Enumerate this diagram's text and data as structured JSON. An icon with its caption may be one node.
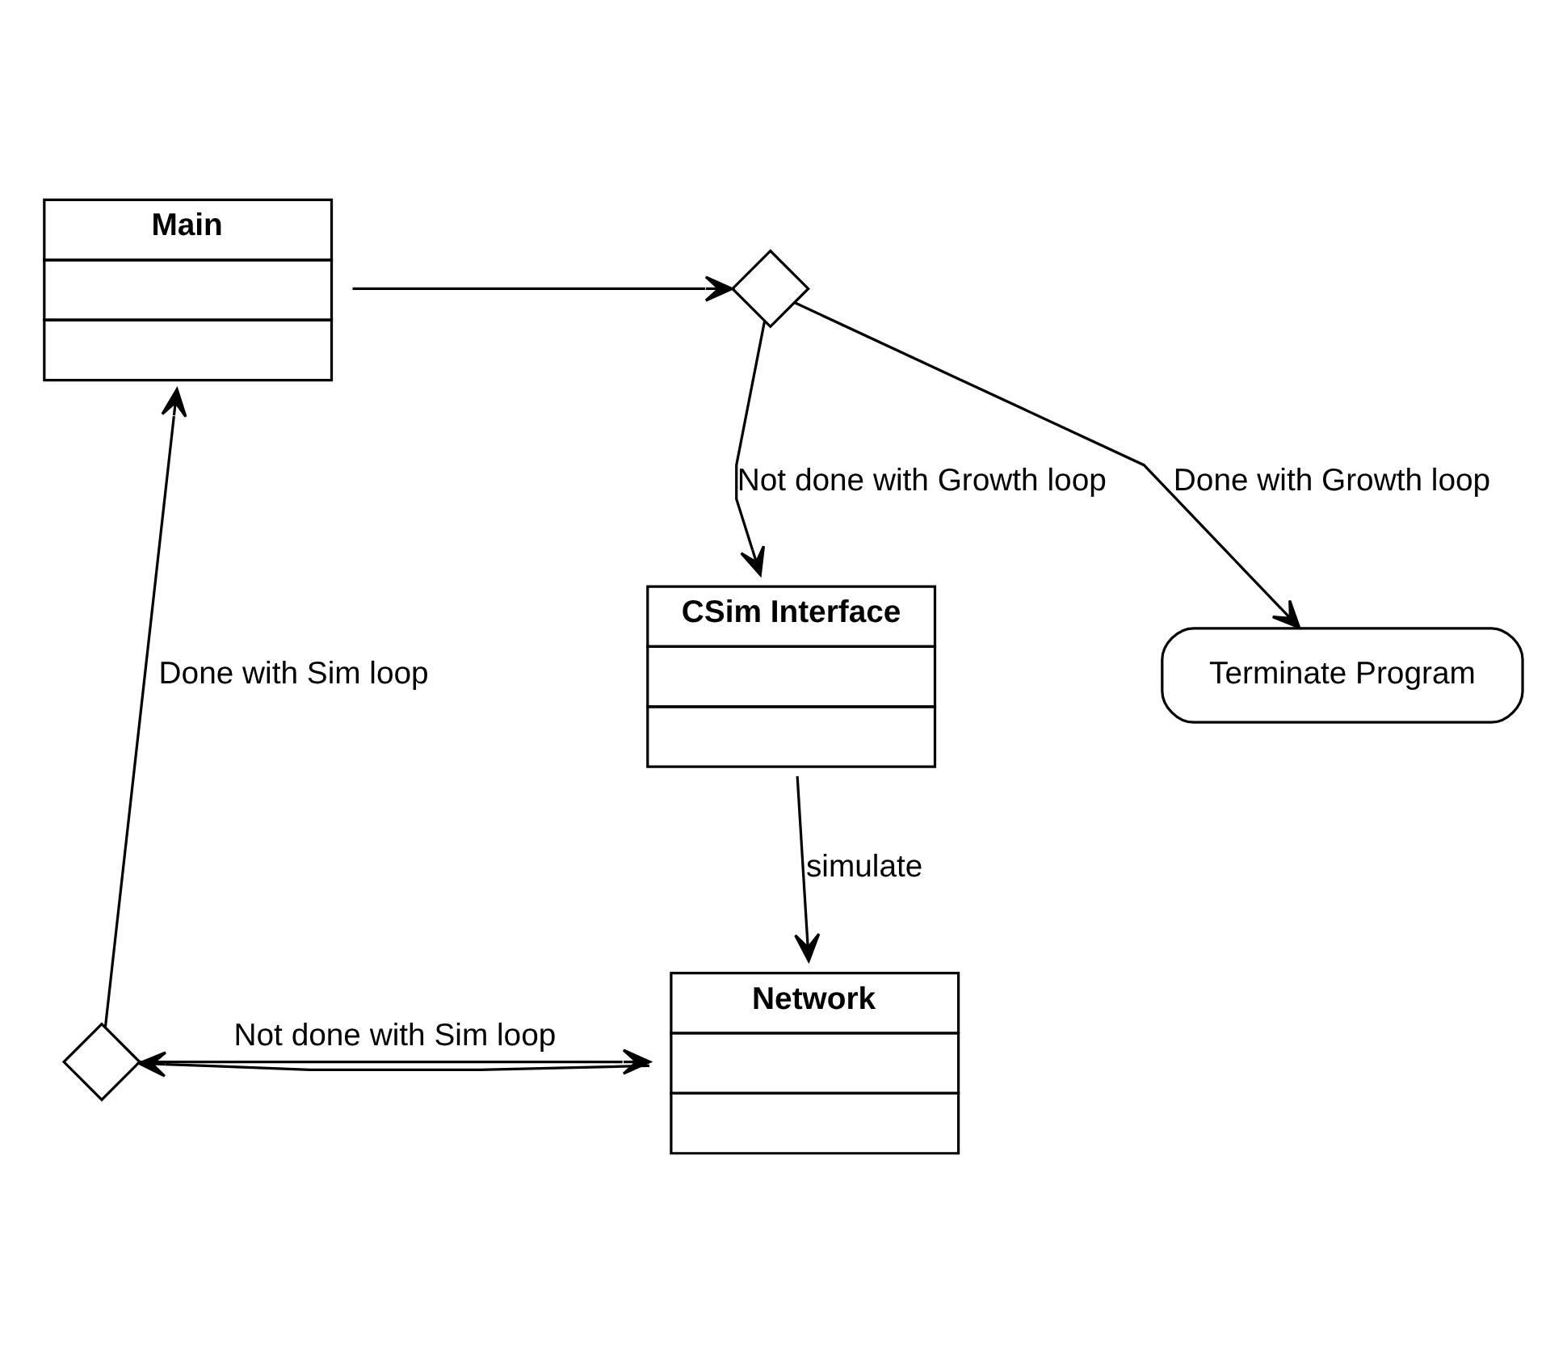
{
  "diagram": {
    "nodes": [
      {
        "text": [
          "Main"
        ]
      },
      {
        "text": [],
        "shape": "diamond"
      },
      {
        "text": [
          "CSim Interface"
        ]
      },
      {
        "text": [
          "Network"
        ]
      },
      {
        "text": [],
        "shape": "diamond"
      },
      {
        "text": [
          "Terminate Program"
        ]
      }
    ],
    "edges": [
      {
        "from": 0,
        "to": 1,
        "arrow": "to"
      },
      {
        "from": 1,
        "to": 2,
        "arrow": "to",
        "label": "Not done with Growth loop"
      },
      {
        "from": 1,
        "to": 5,
        "arrow": "to",
        "label": "Done with Growth loop"
      },
      {
        "from": 2,
        "to": 3,
        "arrow": "to",
        "label": "simulate"
      },
      {
        "from": 3,
        "to": 4,
        "arrow": "to"
      },
      {
        "from": 4,
        "to": 0,
        "arrow": "to",
        "label": "Done with Sim loop"
      },
      {
        "from": 4,
        "to": 3,
        "arrow": "to",
        "label": "Not done with Sim loop"
      }
    ]
  }
}
